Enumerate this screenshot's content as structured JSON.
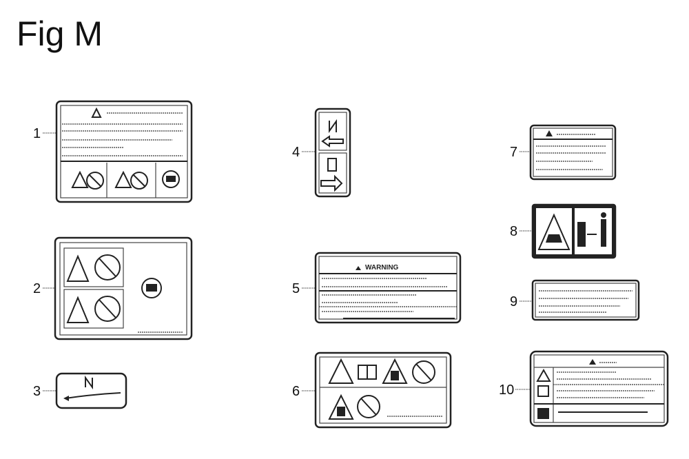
{
  "figure": {
    "title": "Fig M",
    "callouts": [
      "1",
      "2",
      "3",
      "4",
      "5",
      "6",
      "7",
      "8",
      "9",
      "10"
    ],
    "label5_heading": "WARNING"
  },
  "colors": {
    "ink": "#222222",
    "background": "#ffffff"
  }
}
